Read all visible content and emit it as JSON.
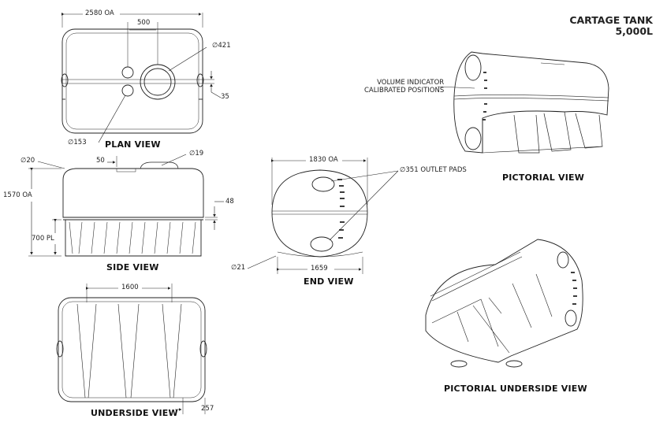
{
  "header": {
    "title_line1": "CARTAGE TANK",
    "title_line2": "5,000L"
  },
  "views": {
    "plan": "PLAN VIEW",
    "side": "SIDE VIEW",
    "underside": "UNDERSIDE VIEW",
    "end": "END VIEW",
    "pictorial": "PICTORIAL VIEW",
    "pictorial_underside": "PICTORIAL UNDERSIDE VIEW"
  },
  "dims": {
    "plan_length": "2580 OA",
    "plan_offset": "500",
    "manhole_dia": "∅421",
    "pad_offset": "35",
    "small_dia": "∅153",
    "side_dia_left": "∅20",
    "side_dia_right": "∅19",
    "side_top": "50",
    "side_height": "1570 OA",
    "side_rib": "48",
    "side_pl": "700 PL",
    "end_width": "1830 OA",
    "end_outlet": "∅351 OUTLET PADS",
    "end_dia": "∅21",
    "end_base": "1659",
    "under_spacing": "1600",
    "under_offset": "257"
  },
  "annotations": {
    "volume_line1": "VOLUME INDICATOR",
    "volume_line2": "CALIBRATED POSITIONS"
  }
}
